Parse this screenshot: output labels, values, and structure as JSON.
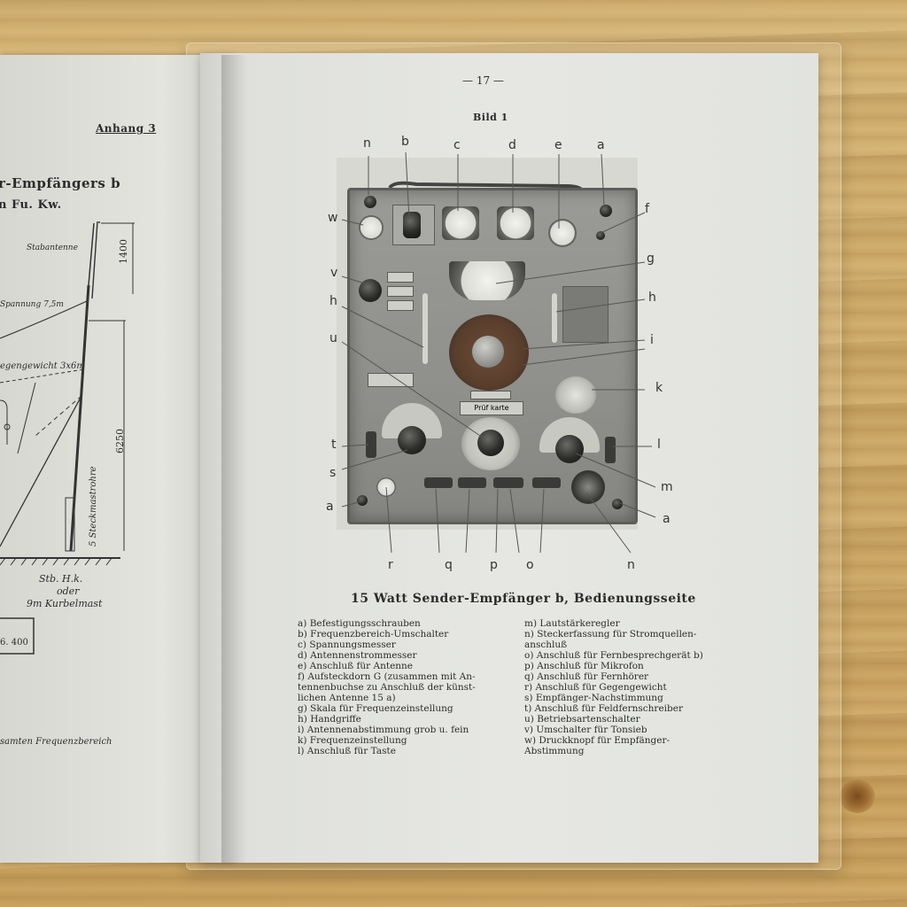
{
  "left_page": {
    "header": "Anhang 3",
    "title_line1": "r-Empfängers b",
    "title_line2": "n Fu. Kw.",
    "diagram_labels": {
      "stabantenne": "Stabantenne",
      "spannung": "Spannung 7,5m",
      "gegengewicht": "egengewicht 3x6m",
      "dim_1400": "1400",
      "dim_6250": "6250",
      "steckmastrohre": "5 Steckmastrohre",
      "stb": "Stb. H.k.",
      "oder": "oder",
      "kurbelmast": "9m Kurbelmast",
      "box_value": "6. 400"
    },
    "footer_fragment": "samten Frequenzbereich"
  },
  "right_page": {
    "page_number": "— 17 —",
    "figure_label": "Bild 1",
    "caption": "15 Watt Sender-Empfänger b, Bedienungsseite",
    "callouts_top": [
      "n",
      "b",
      "c",
      "d",
      "e",
      "a"
    ],
    "callouts_left": [
      "w",
      "v",
      "h",
      "u",
      "t",
      "s",
      "a"
    ],
    "callouts_right": [
      "f",
      "g",
      "h",
      "i",
      "k",
      "l",
      "m",
      "a"
    ],
    "callouts_bottom": [
      "r",
      "q",
      "p",
      "o",
      "n"
    ],
    "device_plate_text": "Prüf karte",
    "legend_left": [
      "a)  Befestigungsschrauben",
      "b)  Frequenzbereich-Umschalter",
      "c)  Spannungsmesser",
      "d)  Antennenstrommesser",
      "e)  Anschluß für Antenne",
      "f)  Aufsteckdorn G (zusammen mit An-",
      "     tennenbuchse zu Anschluß der künst-",
      "     lichen Antenne 15 a)",
      "g)  Skala für Frequenzeinstellung",
      "h)  Handgriffe",
      "i)  Antennenabstimmung grob u. fein",
      "k)  Frequenzeinstellung",
      "l)  Anschluß für Taste"
    ],
    "legend_right": [
      "m)  Lautstärkeregler",
      "n)  Steckerfassung für Stromquellen-",
      "     anschluß",
      "o)  Anschluß für Fernbesprechgerät b)",
      "p)  Anschluß für Mikrofon",
      "q)  Anschluß für Fernhörer",
      "r)  Anschluß für Gegengewicht",
      "s)  Empfänger-Nachstimmung",
      "t)  Anschluß für Feldfernschreiber",
      "u)  Betriebsartenschalter",
      "v)  Umschalter für Tonsieb",
      "w)  Druckknopf für Empfänger-",
      "     Abstimmung"
    ]
  }
}
